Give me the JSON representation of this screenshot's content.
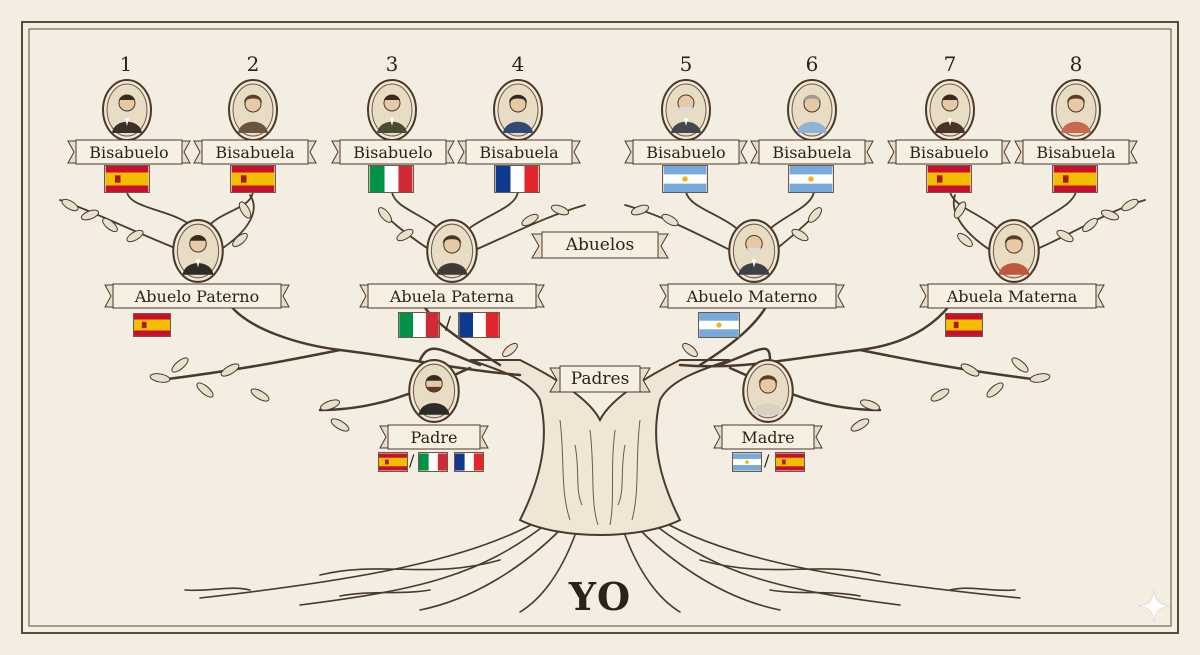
{
  "great_grandparents": [
    {
      "number": "1",
      "label": "Bisabuelo",
      "flag": "spain-flag"
    },
    {
      "number": "2",
      "label": "Bisabuela",
      "flag": "spain-flag"
    },
    {
      "number": "3",
      "label": "Bisabuelo",
      "flag": "italy-flag"
    },
    {
      "number": "4",
      "label": "Bisabuela",
      "flag": "france-flag"
    },
    {
      "number": "5",
      "label": "Bisabuelo",
      "flag": "argentina-flag"
    },
    {
      "number": "6",
      "label": "Bisabuela",
      "flag": "argentina-flag"
    },
    {
      "number": "7",
      "label": "Bisabuelo",
      "flag": "spain-flag"
    },
    {
      "number": "8",
      "label": "Bisabuela",
      "flag": "spain-flag"
    }
  ],
  "grandparents": [
    {
      "label": "Abuelo Paterno",
      "flags": [
        "spain-flag"
      ]
    },
    {
      "label": "Abuela Paterna",
      "flags": [
        "italy-flag",
        "france-flag"
      ]
    },
    {
      "label": "Abuelo Materno",
      "flags": [
        "argentina-flag"
      ]
    },
    {
      "label": "Abuela Materna",
      "flags": [
        "spain-flag"
      ]
    }
  ],
  "parents": [
    {
      "label": "Padre",
      "flags": [
        "spain-flag",
        "italy-flag",
        "france-flag"
      ]
    },
    {
      "label": "Madre",
      "flags": [
        "argentina-flag",
        "spain-flag"
      ]
    }
  ],
  "generation_labels": {
    "grandparents": "Abuelos",
    "parents": "Padres"
  },
  "slash": "/",
  "root_label": "YO",
  "colors": {
    "parchment": "#f4eee2",
    "ink": "#2b2218",
    "spain_red": "#c8102e",
    "spain_yellow": "#f1bf00",
    "italy_green": "#009246",
    "italy_red": "#ce2b37",
    "france_blue": "#0d3a8c",
    "france_red": "#e1262d",
    "argentina_blue": "#75aadb"
  }
}
